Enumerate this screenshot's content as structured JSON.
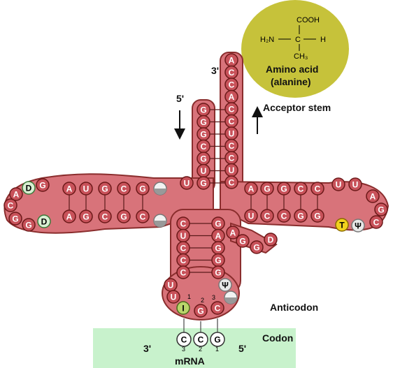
{
  "colors": {
    "nucleotide_fill": "#c8525a",
    "nucleotide_stroke": "#6b1818",
    "body": "#d8737a",
    "body_stroke": "#8a2d2d",
    "amino_acid_circle": "#c6c23a",
    "mrna_box": "#c8f2cc",
    "modified_light": "#d9efd2",
    "modified_grey": "#d8d8d8",
    "T_base": "#f2d21e",
    "I_base": "#b9d56a"
  },
  "amino_acid": {
    "formula": {
      "cooh": "COOH",
      "nh2": "H₂N",
      "c": "C",
      "h": "H",
      "ch3": "CH₃"
    },
    "name": "Amino acid",
    "name2": "(alanine)"
  },
  "labels": {
    "three_prime_top": "3'",
    "five_prime_top": "5'",
    "acceptor_stem": "Acceptor stem",
    "anticodon": "Anticodon",
    "codon": "Codon",
    "mrna": "mRNA",
    "three_prime_mrna": "3'",
    "five_prime_mrna": "5'",
    "pos1": "1",
    "pos2": "2",
    "pos3": "3",
    "codon_pos3": "3",
    "codon_pos2": "2",
    "codon_pos1": "1"
  },
  "acceptor_3prime_strand": [
    "A",
    "C",
    "C",
    "A",
    "C",
    "C",
    "U",
    "C",
    "C",
    "U",
    "C"
  ],
  "acceptor_5prime_strand": [
    "G",
    "G",
    "G",
    "C",
    "G",
    "U",
    "G"
  ],
  "d_arm_top": [
    "A",
    "U",
    "G",
    "C",
    "G"
  ],
  "d_arm_bottom": [
    "A",
    "G",
    "C",
    "G",
    "C"
  ],
  "d_loop": [
    "G",
    "D",
    "A",
    "C",
    "G",
    "G",
    "D"
  ],
  "t_arm_top": [
    "A",
    "G",
    "G",
    "C",
    "C"
  ],
  "t_arm_bottom": [
    "U",
    "C",
    "C",
    "G",
    "G"
  ],
  "t_loop": [
    "U",
    "U",
    "A",
    "G",
    "C"
  ],
  "anticodon_5prime_stem": [
    "C",
    "U",
    "C",
    "C",
    "C"
  ],
  "anticodon_3prime_stem": [
    "G",
    "A",
    "G",
    "G",
    "G"
  ],
  "variable_loop": [
    "A",
    "G",
    "G",
    "D"
  ],
  "anticodon_loop_left": [
    "U",
    "U"
  ],
  "anticodon_bases": [
    "I",
    "G",
    "C"
  ],
  "special_T": "T",
  "special_psi_t": "Ψ",
  "special_psi_a": "Ψ",
  "codon_bases": [
    "C",
    "C",
    "G"
  ]
}
